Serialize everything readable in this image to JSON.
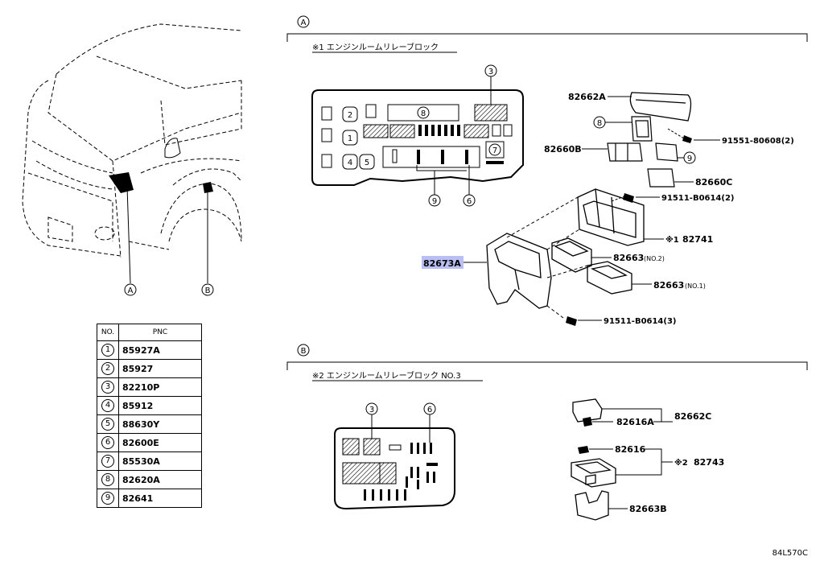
{
  "section_a": {
    "marker": "A",
    "title": "※1 エンジンルームリレーブロック"
  },
  "section_b": {
    "marker": "B",
    "title": "※2 エンジンルームリレーブロック NO.3"
  },
  "callouts": {
    "c3": "3",
    "c6": "6",
    "c9": "9",
    "c8": "8",
    "c1": "1",
    "c2": "2",
    "c4": "4",
    "c5": "5",
    "c7": "7",
    "a": "A",
    "b": "B"
  },
  "part_labels": {
    "p82662A": "82662A",
    "p91551": "91551-80608(2)",
    "p82660B": "82660B",
    "p82660C": "82660C",
    "p91511_2": "91511-B0614(2)",
    "p82741": "82741",
    "p82741_mark": "※1",
    "p82673A": "82673A",
    "p82663_no2": "82663",
    "p82663_no2_sfx": "(NO.2)",
    "p82663_no1": "82663",
    "p82663_no1_sfx": "(NO.1)",
    "p91511_3": "91511-B0614(3)",
    "p82662C": "82662C",
    "p82616A": "82616A",
    "p82616": "82616",
    "p82743": "82743",
    "p82743_mark": "※2",
    "p82663B": "82663B"
  },
  "pnc_table": {
    "headers": {
      "no": "NO.",
      "pnc": "PNC"
    },
    "rows": [
      {
        "no": "1",
        "pnc": "85927A"
      },
      {
        "no": "2",
        "pnc": "85927"
      },
      {
        "no": "3",
        "pnc": "82210P"
      },
      {
        "no": "4",
        "pnc": "85912"
      },
      {
        "no": "5",
        "pnc": "88630Y"
      },
      {
        "no": "6",
        "pnc": "82600E"
      },
      {
        "no": "7",
        "pnc": "85530A"
      },
      {
        "no": "8",
        "pnc": "82620A"
      },
      {
        "no": "9",
        "pnc": "82641"
      }
    ]
  },
  "diagram_code": "84L570C",
  "highlight_color": "#b9bff2"
}
